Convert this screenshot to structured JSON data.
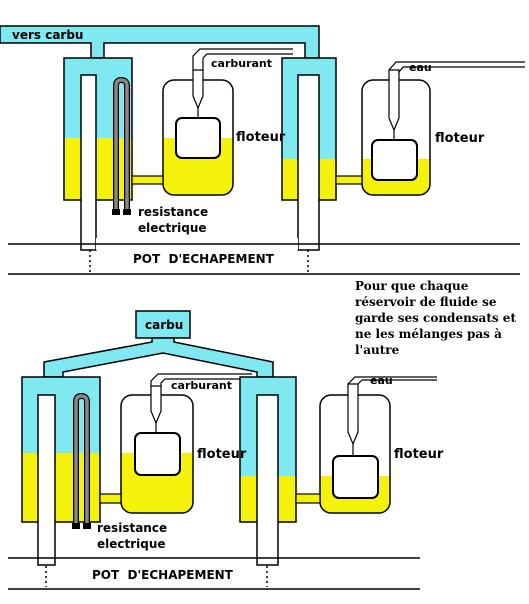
{
  "colors": {
    "liquid_top": "#7fe8f0",
    "liquid_bottom": "#f4f20a",
    "outline": "#000000",
    "heater": "#888888"
  },
  "top": {
    "outlet_label": "vers carbu",
    "fuel_label": "carburant",
    "water_label": "eau",
    "float_left_label": "floteur",
    "float_right_label": "floteur",
    "heater_label_1": "resistance",
    "heater_label_2": "electrique",
    "exhaust_label": "POT  D'ECHAPEMENT"
  },
  "bottom": {
    "carb_label": "carbu",
    "fuel_label": "carburant",
    "water_label": "eau",
    "float_left_label": "floteur",
    "float_right_label": "floteur",
    "heater_label_1": "resistance",
    "heater_label_2": "electrique",
    "exhaust_label": "POT  D'ECHAPEMENT"
  },
  "note": {
    "lines": [
      "Pour que chaque",
      "réservoir de fluide se",
      "garde ses condensats et",
      "ne les mélanges pas à",
      "l'autre"
    ]
  }
}
